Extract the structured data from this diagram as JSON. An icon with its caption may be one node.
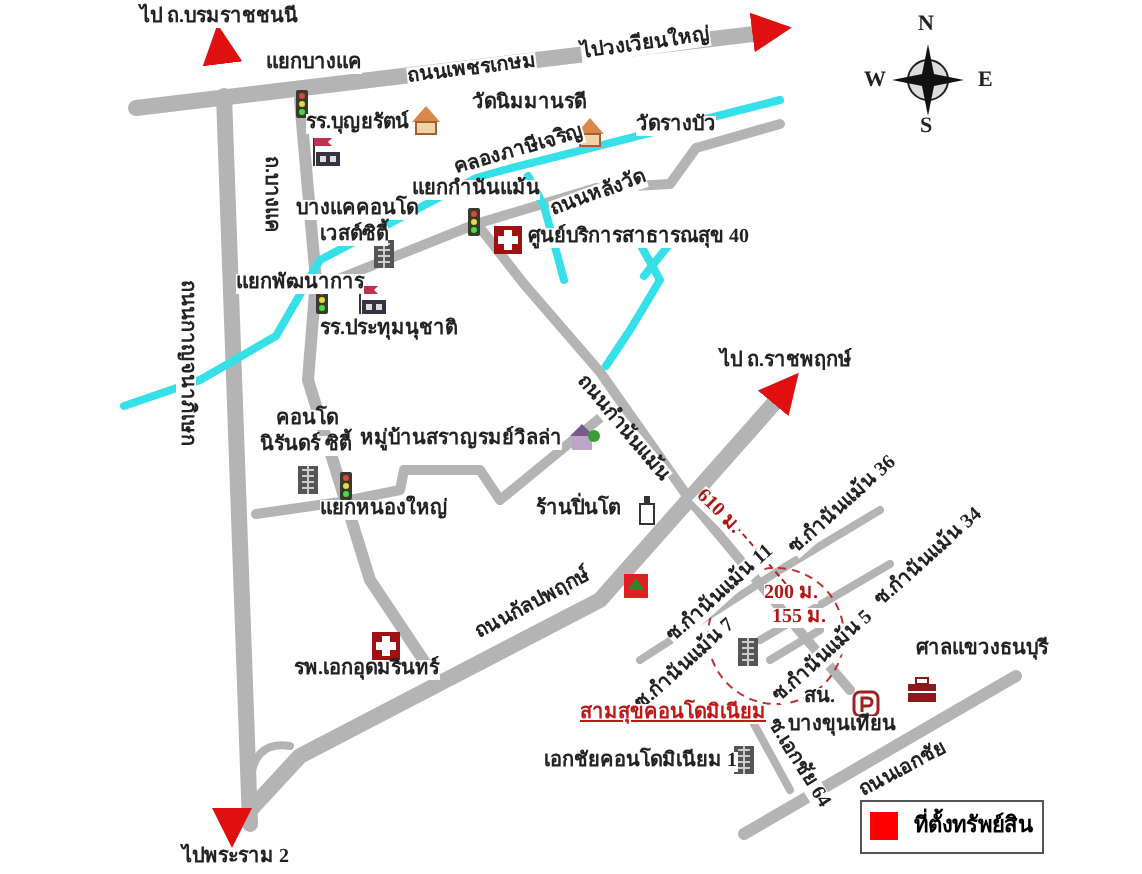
{
  "diagram": {
    "labels": [
      "ไป ถ.บรมราชชนนี",
      "แยกบางแค",
      "ถนนเพชรเกษม",
      "ไปวงเวียนใหญ่",
      "วัดนิมมานรดี",
      "รร.บุญยรัตน์",
      "วัดรางบัว",
      "คลองภาษีเจริญ",
      "แยกกำนันแม้น",
      "ถนนหลังวัด",
      "ถ.บางแค",
      "บางแคคอนโด",
      "เวสต์ซิตี้",
      "ศูนย์บริการสาธารณสุข 40",
      "แยกพัฒนาการ",
      "ถนนกาญจนาภิเษก",
      "รร.ประทุมนุชาติ",
      "ถนนกำนันแม้น",
      "ไป ถ.ราชพฤกษ์",
      "คอนโด",
      "นิรันดร์ ซิตี้",
      "หมู่บ้านสราญรมย์วิลล่า",
      "แยกหนองใหญ่",
      "ร้านปิ่นโต",
      "610 ม.",
      "ซ.กำนันแม้น 36",
      "ซ.กำนันแม้น 11",
      "200 ม.",
      "155 ม.",
      "ซ.กำนันแม้น 34",
      "ถนนกัลปพฤกษ์",
      "ซ.กำนันแม้น 7",
      "ซ.กำนันแม้น 5",
      "ศาลแขวงธนบุรี",
      "สามสุขคอนโดมิเนียม",
      "สน.",
      "บางขุนเทียน",
      "รพ.เอกอุดมรินทร์",
      "เอกชัยคอนโดมิเนียม 1",
      "ซ.เอกชัย 64",
      "ถนนเอกชัย",
      "ไปพระราม 2",
      "N",
      "S",
      "W",
      "E"
    ],
    "legend": [
      {
        "text": "ที่ตั้งทรัพย์สิน",
        "color": "#ff0000"
      }
    ]
  }
}
